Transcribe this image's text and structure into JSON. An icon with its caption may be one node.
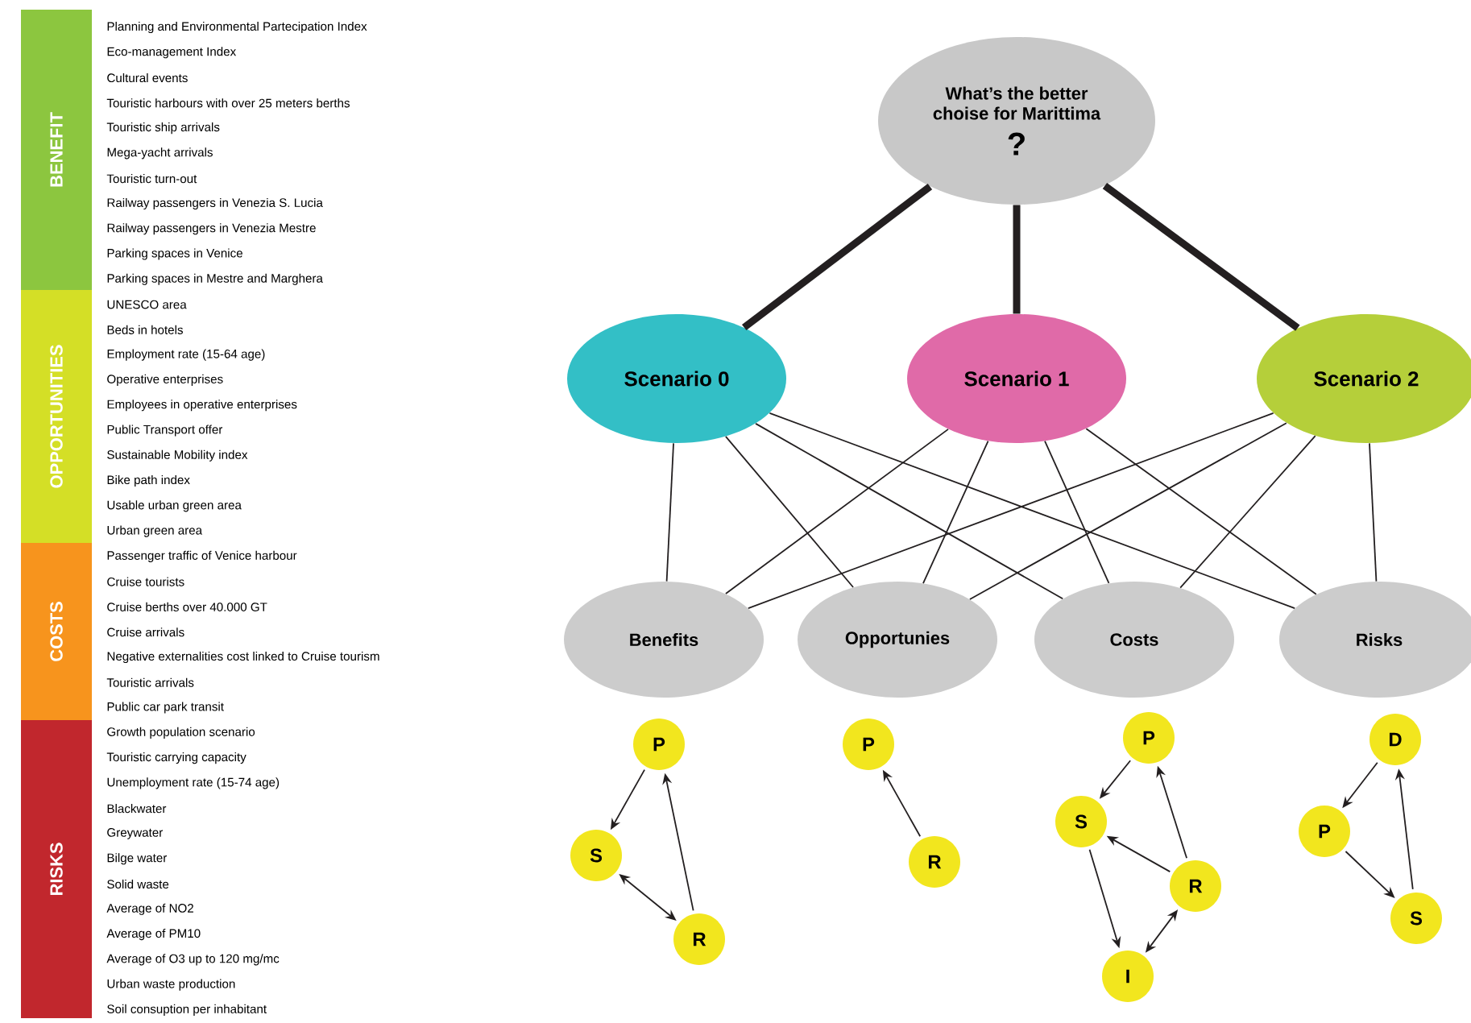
{
  "diagram": {
    "nodes": [
      {
        "text": [
          "BENEFIT"
        ]
      },
      {
        "text": [
          "OPPORTUNITIES"
        ]
      },
      {
        "text": [
          "COSTS"
        ]
      },
      {
        "text": [
          "RISKS"
        ]
      },
      {
        "text": [
          "What’s the better choise for Marittima",
          "?"
        ]
      },
      {
        "text": [
          "Scenario 0"
        ]
      },
      {
        "text": [
          "Scenario 1"
        ]
      },
      {
        "text": [
          "Scenario 2"
        ]
      },
      {
        "text": [
          "Benefits"
        ]
      },
      {
        "text": [
          "Opportunies"
        ]
      },
      {
        "text": [
          "Costs"
        ]
      },
      {
        "text": [
          "Risks"
        ]
      },
      {
        "text": [
          "P"
        ]
      },
      {
        "text": [
          "S"
        ]
      },
      {
        "text": [
          "R"
        ]
      },
      {
        "text": [
          "P"
        ]
      },
      {
        "text": [
          "R"
        ]
      },
      {
        "text": [
          "P"
        ]
      },
      {
        "text": [
          "S"
        ]
      },
      {
        "text": [
          "R"
        ]
      },
      {
        "text": [
          "I"
        ]
      },
      {
        "text": [
          "D"
        ]
      },
      {
        "text": [
          "P"
        ]
      },
      {
        "text": [
          "S"
        ]
      }
    ],
    "edges": [
      {
        "from": 4,
        "to": 5,
        "arrow": "none",
        "style": "thick"
      },
      {
        "from": 4,
        "to": 6,
        "arrow": "none",
        "style": "thick"
      },
      {
        "from": 4,
        "to": 7,
        "arrow": "none",
        "style": "thick"
      },
      {
        "from": 5,
        "to": 8,
        "arrow": "none"
      },
      {
        "from": 5,
        "to": 9,
        "arrow": "none"
      },
      {
        "from": 5,
        "to": 10,
        "arrow": "none"
      },
      {
        "from": 5,
        "to": 11,
        "arrow": "none"
      },
      {
        "from": 6,
        "to": 8,
        "arrow": "none"
      },
      {
        "from": 6,
        "to": 9,
        "arrow": "none"
      },
      {
        "from": 6,
        "to": 10,
        "arrow": "none"
      },
      {
        "from": 6,
        "to": 11,
        "arrow": "none"
      },
      {
        "from": 7,
        "to": 8,
        "arrow": "none"
      },
      {
        "from": 7,
        "to": 9,
        "arrow": "none"
      },
      {
        "from": 7,
        "to": 10,
        "arrow": "none"
      },
      {
        "from": 7,
        "to": 11,
        "arrow": "none"
      },
      {
        "from": 12,
        "to": 13,
        "arrow": "to"
      },
      {
        "from": 13,
        "to": 14,
        "arrow": "both"
      },
      {
        "from": 14,
        "to": 12,
        "arrow": "to"
      },
      {
        "from": 16,
        "to": 15,
        "arrow": "to"
      },
      {
        "from": 17,
        "to": 18,
        "arrow": "to"
      },
      {
        "from": 19,
        "to": 17,
        "arrow": "to"
      },
      {
        "from": 19,
        "to": 18,
        "arrow": "to"
      },
      {
        "from": 18,
        "to": 20,
        "arrow": "to"
      },
      {
        "from": 20,
        "to": 19,
        "arrow": "both"
      },
      {
        "from": 21,
        "to": 22,
        "arrow": "to"
      },
      {
        "from": 22,
        "to": 23,
        "arrow": "to"
      },
      {
        "from": 23,
        "to": 21,
        "arrow": "to"
      }
    ],
    "labels": [
      "Planning and Environmental Partecipation Index",
      "Eco-management Index",
      "Cultural events",
      "Touristic harbours with over 25 meters berths",
      "Touristic ship arrivals",
      "Mega-yacht  arrivals",
      "Touristic turn-out",
      "Railway passengers in Venezia S. Lucia",
      "Railway passengers in Venezia Mestre",
      "Parking spaces in Venice",
      "Parking spaces in Mestre and Marghera",
      "UNESCO area",
      "Beds in hotels",
      "Employment rate (15-64 age)",
      "Operative enterprises",
      "Employees in operative enterprises",
      "Public Transport offer",
      "Sustainable Mobility index",
      "Bike path index",
      "Usable urban green area",
      "Urban green area",
      "Passenger traffic of Venice harbour",
      "Cruise tourists",
      "Cruise berths over 40.000 GT",
      "Cruise arrivals",
      "Negative externalities cost linked to Cruise tourism",
      "Touristic arrivals",
      "Public car park transit",
      "Growth population scenario",
      "Touristic carrying capacity",
      "Unemployment rate (15-74 age)",
      "Blackwater",
      "Greywater",
      "Bilge water",
      "Solid waste",
      "Average of NO2",
      "Average of PM10",
      "Average of O3 up to 120 mg/mc",
      "Urban waste production",
      "Soil consuption per inhabitant"
    ]
  }
}
